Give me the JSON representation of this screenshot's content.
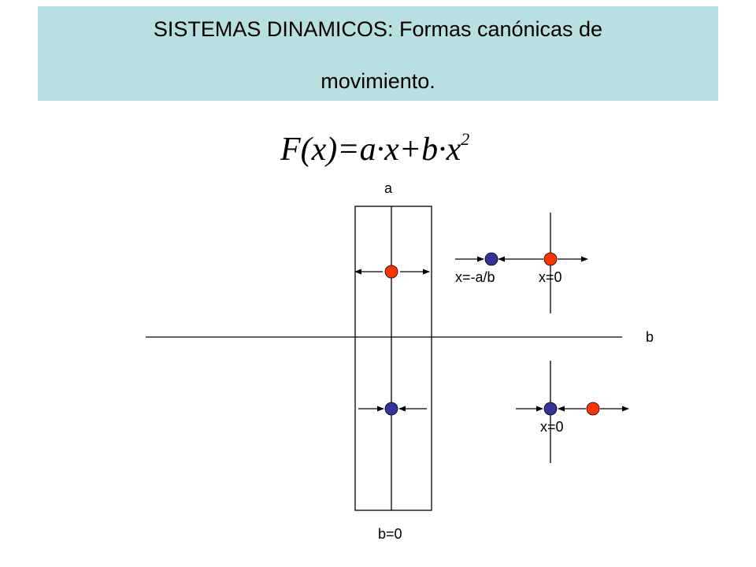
{
  "title": {
    "line1": "SISTEMAS DINAMICOS: Formas canónicas de",
    "line2": "movimiento."
  },
  "formula": {
    "lhs": "F(x)",
    "eq": "=",
    "rhs": "a·x+b·x",
    "exponent": "2"
  },
  "axes": {
    "vertical_label": "a",
    "horizontal_label": "b"
  },
  "labels": {
    "fixed_point_upper_left": "x=-a/b",
    "fixed_point_upper_right": "x=0",
    "fixed_point_lower": "x=0",
    "strip_bottom": "b=0"
  },
  "colors": {
    "title_background": "#b9dfe1",
    "unstable_point": "#ff3300",
    "stable_point": "#333399",
    "line": "#000000"
  }
}
